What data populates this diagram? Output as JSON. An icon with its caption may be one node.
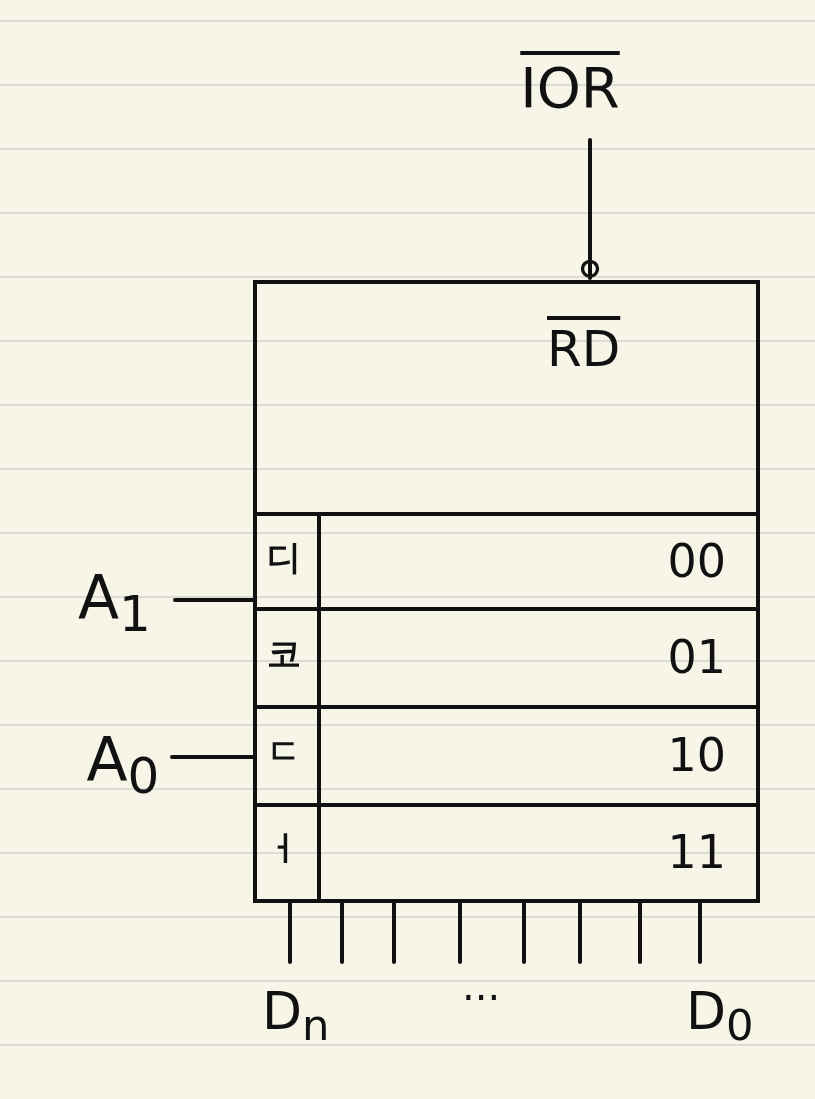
{
  "diagram": {
    "nodes": [
      {
        "text": [
          "IOR"
        ]
      },
      {
        "text": [
          "RD"
        ]
      },
      {
        "text": [
          "디",
          "코",
          "ㄷ",
          "ㅓ"
        ],
        "in": 1
      },
      {
        "text": [
          "00"
        ],
        "in": 1
      },
      {
        "text": [
          "01"
        ],
        "in": 1
      },
      {
        "text": [
          "10"
        ],
        "in": 1
      },
      {
        "text": [
          "11"
        ],
        "in": 1
      },
      {
        "text": [
          "A$_{1}$"
        ]
      },
      {
        "text": [
          "A$_{0}$"
        ]
      }
    ],
    "edges": [
      {
        "from": 0,
        "to": 1,
        "arrow": "other"
      },
      {
        "from": 7,
        "to": 2,
        "arrow": "none"
      },
      {
        "from": 8,
        "to": 2,
        "arrow": "none"
      },
      {
        "from": 1,
        "to": null,
        "arrow": "none"
      },
      {
        "from": 1,
        "to": null,
        "arrow": "none"
      },
      {
        "from": 1,
        "to": null,
        "arrow": "none"
      },
      {
        "from": 1,
        "to": null,
        "arrow": "none"
      },
      {
        "from": 1,
        "to": null,
        "arrow": "none"
      },
      {
        "from": 1,
        "to": null,
        "arrow": "none"
      },
      {
        "from": 1,
        "to": null,
        "arrow": "none"
      },
      {
        "from": 1,
        "to": null,
        "arrow": "none"
      }
    ],
    "labels": [
      "D$_{n}$",
      "···",
      "D$_{0}$"
    ]
  }
}
